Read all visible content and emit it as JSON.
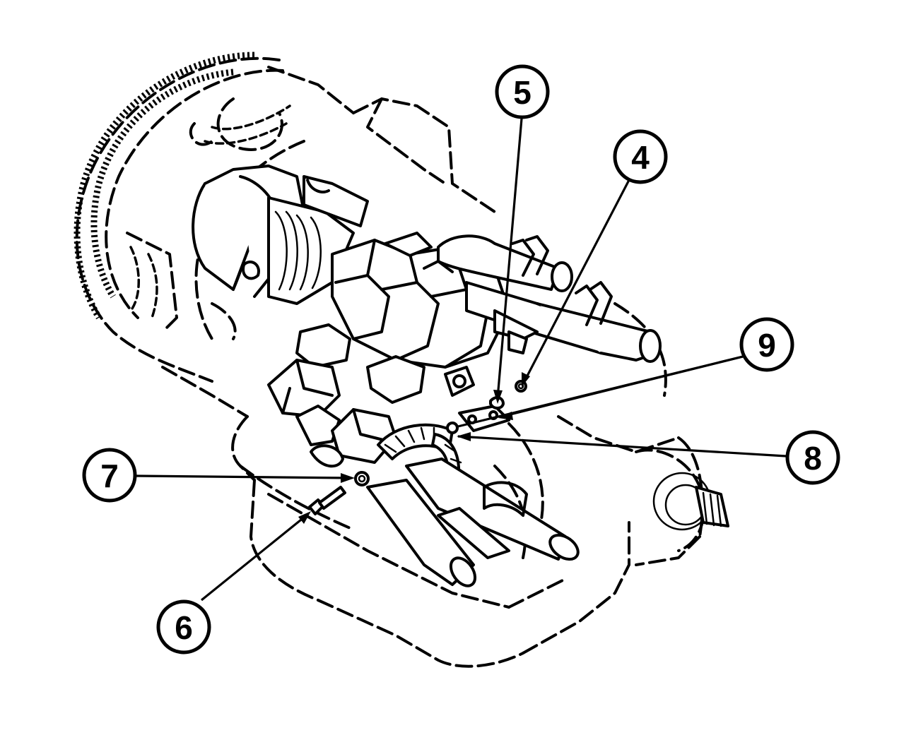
{
  "diagram": {
    "callouts": [
      {
        "id": "5",
        "label": "5"
      },
      {
        "id": "4",
        "label": "4"
      },
      {
        "id": "9",
        "label": "9"
      },
      {
        "id": "8",
        "label": "8"
      },
      {
        "id": "7",
        "label": "7"
      },
      {
        "id": "6",
        "label": "6"
      }
    ],
    "colors": {
      "ink": "#000000",
      "paper": "#ffffff"
    }
  }
}
